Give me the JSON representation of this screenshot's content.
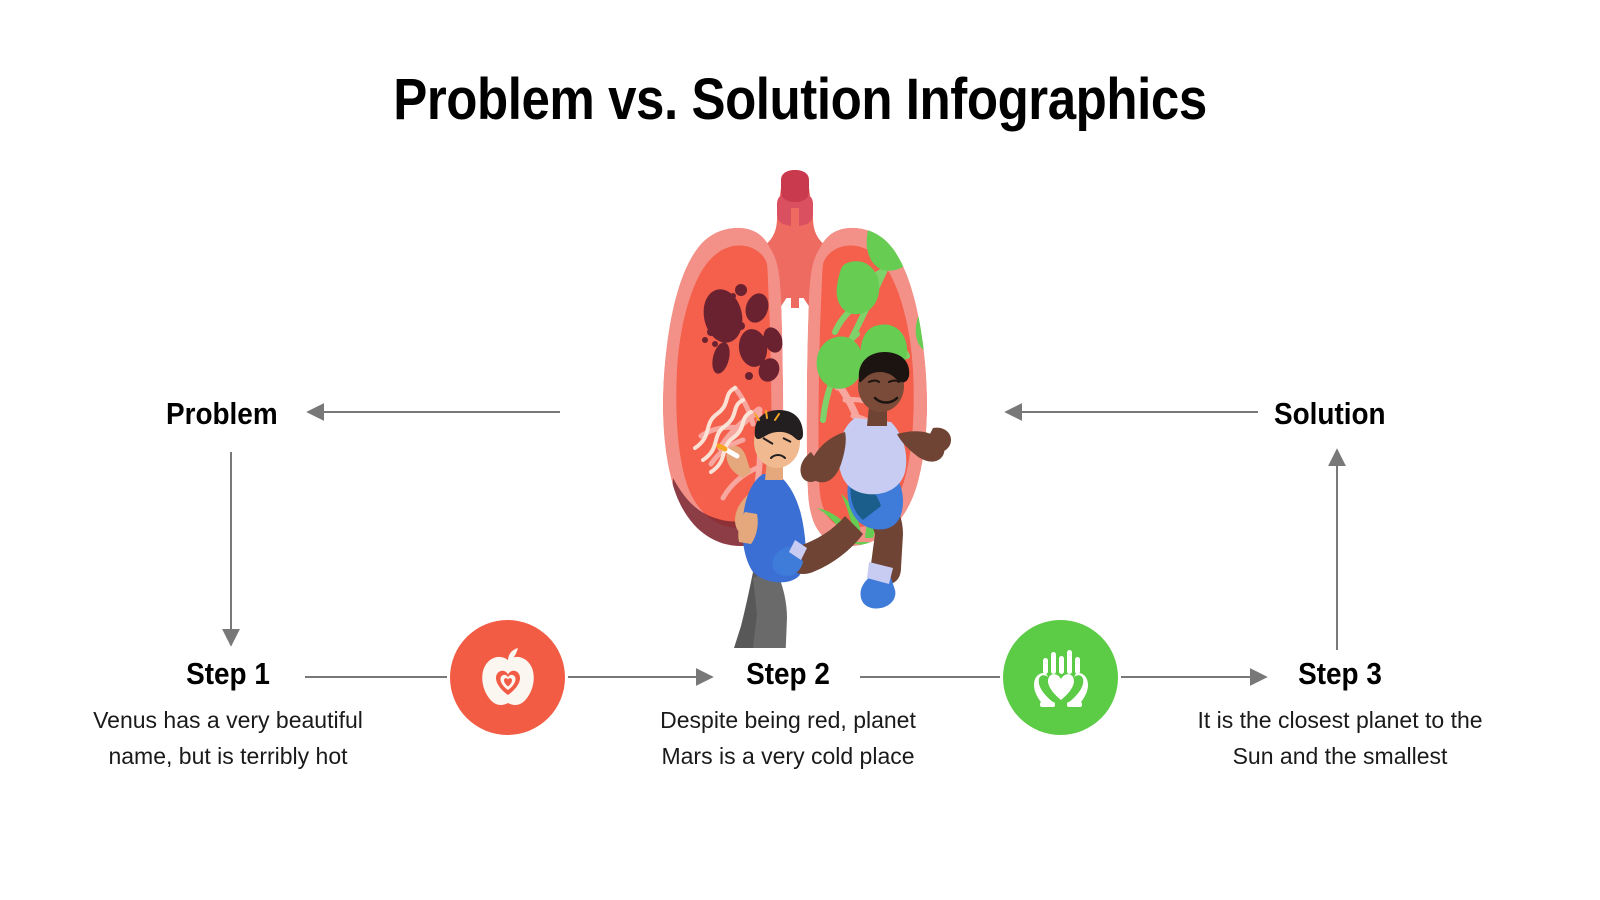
{
  "title": "Problem vs. Solution Infographics",
  "labels": {
    "problem": "Problem",
    "solution": "Solution"
  },
  "steps": [
    {
      "title": "Step 1",
      "desc": "Venus has a very beautiful name, but is terribly hot"
    },
    {
      "title": "Step 2",
      "desc": "Despite being red, planet Mars is a very cold place"
    },
    {
      "title": "Step 3",
      "desc": "It is the closest planet to the Sun and the smallest"
    }
  ],
  "icons": [
    {
      "name": "apple-heart-icon",
      "circle_color": "#F25C45"
    },
    {
      "name": "hands-heart-growth-icon",
      "circle_color": "#5CCB45"
    }
  ],
  "illustration": {
    "name": "lungs-problem-solution-illustration",
    "left_lung": "damaged-lung-with-dark-spots",
    "right_lung": "healthy-lung-with-green-plant",
    "left_figure": "seated-smoker-figure",
    "right_figure": "running-athlete-figure",
    "colors": {
      "lung_outer": "#F39189",
      "lung_inner": "#F4604C",
      "trachea": "#EE6B62",
      "trachea_ring": "#C93A4E",
      "damage_spot": "#6B2230",
      "bronchi": "#F7A79F",
      "plant_green": "#66CC52",
      "plant_stem": "#7FD26A"
    }
  },
  "arrows": {
    "color": "#787878",
    "problem_horizontal": "left",
    "solution_horizontal": "left",
    "problem_vertical": "down",
    "solution_vertical": "up",
    "step1_to_step2": "right",
    "step2_to_step3": "right"
  }
}
